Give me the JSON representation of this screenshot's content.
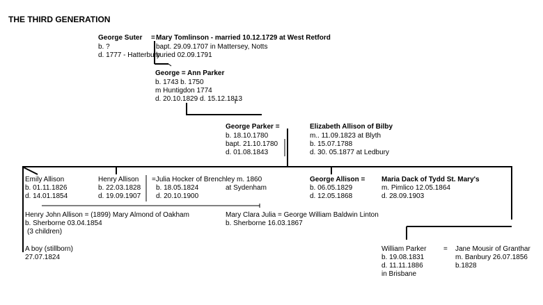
{
  "page_title": "THE THIRD GENERATION",
  "g1": {
    "husband": "George Suter",
    "eq": "=",
    "wife_marriage": "Mary Tomlinson -  married 10.12.1729 at West Retford",
    "husband_b": "b. ?",
    "husband_d": "d. 1777 -  Hatterbury",
    "wife_bapt": "bapt. 29.09.1707 in  Mattersey, Notts",
    "wife_buried": "buried  02.09.1791"
  },
  "g2": {
    "couple": "George =  Ann Parker",
    "births": "b. 1743            b. 1750",
    "marriage": "m Huntigdon 1774",
    "deaths": "d. 20.10.1829  d. 15.12.1813"
  },
  "g3": {
    "husband": "George Parker  =",
    "b": "b. 18.10.1780",
    "bapt": "bapt. 21.10.1780",
    "d": "d. 01.08.1843",
    "wife": "Elizabeth Allison of Bilby",
    "wife_m": "m.. 11.09.1823 at Blyth",
    "wife_b": "b. 15.07.1788",
    "wife_d": "d. 30. 05.1877 at Ledbury"
  },
  "children": {
    "emily": {
      "name": "Emily Allison",
      "b": "b. 01.11.1826",
      "d": "d. 14.01.1854"
    },
    "henry": {
      "name": "Henry Allison",
      "b": "b. 22.03.1828",
      "d": "d. 19.09.1907"
    },
    "julia": {
      "name": "=Julia Hocker of Brenchley m. 1860",
      "b": "b. 18.05.1824",
      "place": "at Sydenham",
      "d": "d. 20.10.1900"
    },
    "george": {
      "name": "George Allison =",
      "b": "b. 06.05.1829",
      "d": "d. 12.05.1868"
    },
    "maria": {
      "name": "Maria Dack of Tydd St. Mary's",
      "m": "m. Pimlico 12.05.1864",
      "d": "d. 28.09.1903"
    }
  },
  "grandchildren": {
    "henry_john": {
      "line": "Henry John Allison = (1899) Mary Almond of Oakham",
      "b": "b. Sherborne 03.04.1854",
      "children": "(3 children)"
    },
    "mary_clara": {
      "line": "Mary Clara Julia = George William Baldwin Linton",
      "b": "b. Sherborne 16.03.1867"
    },
    "boy": {
      "name": "A boy (stillborn)",
      "date": "27.07.1824"
    },
    "william": {
      "name": "William Parker",
      "eq": "=",
      "b": "b. 19.08.1831",
      "d": "d. 11.11.1886",
      "place": "in Brisbane"
    },
    "jane": {
      "name": "Jane Mousir of Granthar",
      "m": "m. Banbury 26.07.1856",
      "b": "b.1828"
    }
  }
}
